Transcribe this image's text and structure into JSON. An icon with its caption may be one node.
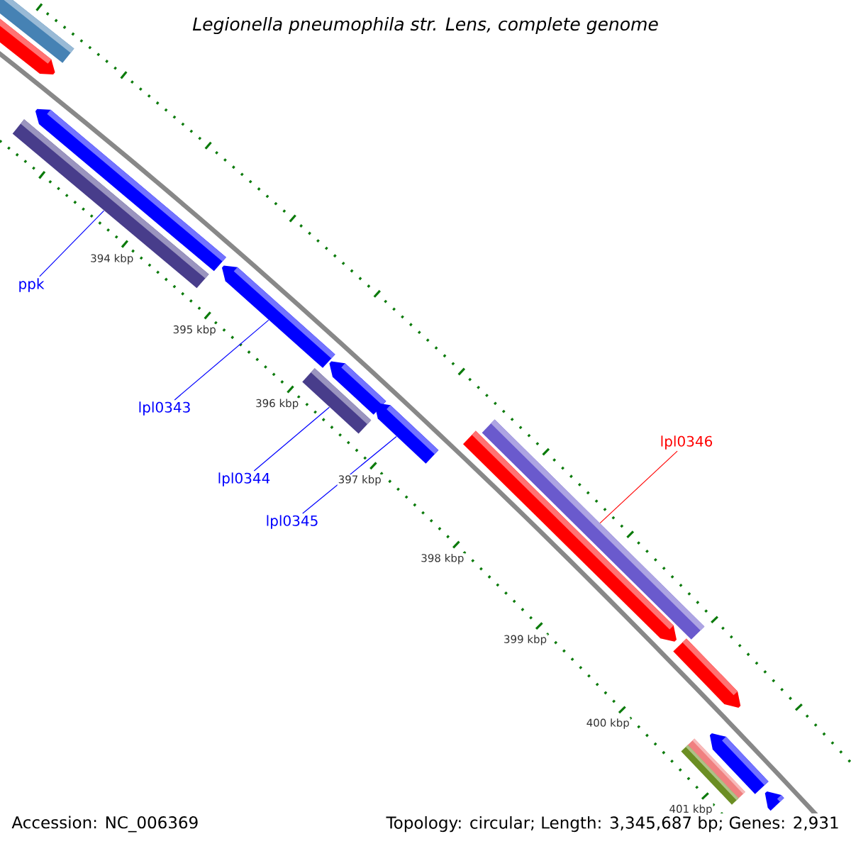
{
  "diagram": {
    "title": "Legionella pneumophila str. Lens, complete genome",
    "nodes": [
      {
        "text": [
          "ppk"
        ]
      },
      {
        "text": [
          "lpl0343"
        ]
      },
      {
        "text": [
          "lpl0344"
        ]
      },
      {
        "text": [
          "lpl0345"
        ]
      },
      {
        "text": [
          "lpl0346"
        ]
      },
      {
        "text": [],
        "shape": "bar"
      },
      {
        "text": [],
        "shape": "bar"
      },
      {
        "text": [],
        "shape": "bar"
      },
      {
        "text": [],
        "shape": "bar"
      },
      {
        "text": [],
        "shape": "bar"
      },
      {
        "text": [],
        "shape": "bar"
      },
      {
        "text": [],
        "shape": "bar"
      },
      {
        "text": [],
        "shape": "bar"
      },
      {
        "text": [],
        "shape": "bar"
      },
      {
        "text": [],
        "shape": "bar"
      },
      {
        "text": [],
        "shape": "bar"
      },
      {
        "text": [],
        "shape": "bar"
      },
      {
        "text": [],
        "shape": "bar"
      },
      {
        "text": [],
        "shape": "bar"
      },
      {
        "text": [],
        "shape": "bar"
      }
    ],
    "edges": [
      {
        "from": 0,
        "to": 7,
        "arrow": "none"
      },
      {
        "from": 1,
        "to": 9,
        "arrow": "none"
      },
      {
        "from": 2,
        "to": 10,
        "arrow": "none"
      },
      {
        "from": 3,
        "to": 12,
        "arrow": "none"
      },
      {
        "from": 4,
        "to": 14,
        "arrow": "none",
        "color": "#ff0000"
      }
    ],
    "labels": [
      "394 kbp",
      "395 kbp",
      "396 kbp",
      "397 kbp",
      "398 kbp",
      "399 kbp",
      "400 kbp",
      "401 kbp",
      "Accession: NC_006369",
      "Topology: circular; Length: 3,345,687 bp; Genes: 2,931"
    ]
  }
}
